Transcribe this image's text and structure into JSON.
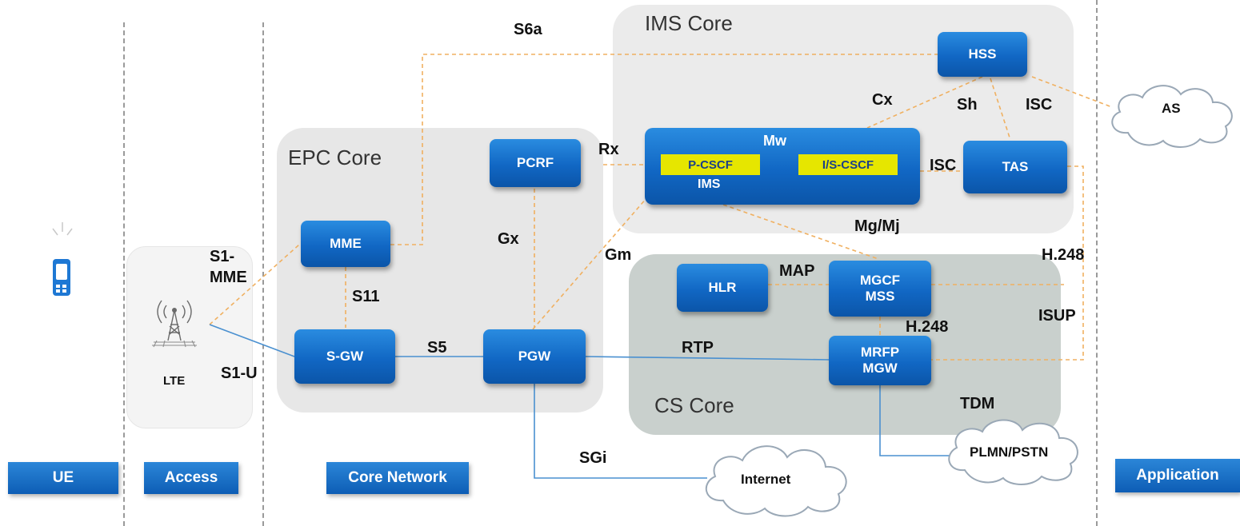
{
  "regions": {
    "ims_core": "IMS Core",
    "epc_core": "EPC Core",
    "cs_core": "CS Core"
  },
  "nodes": {
    "hss": "HSS",
    "pcrf": "PCRF",
    "mme": "MME",
    "sgw": "S-GW",
    "pgw": "PGW",
    "tas": "TAS",
    "hlr": "HLR",
    "mgcf": "MGCF",
    "mss": "MSS",
    "mrfp": "MRFP",
    "mgw": "MGW",
    "p_cscf": "P-CSCF",
    "is_cscf": "I/S-CSCF",
    "ims": "IMS",
    "lte": "LTE"
  },
  "interfaces": {
    "s6a": "S6a",
    "cx": "Cx",
    "sh": "Sh",
    "isc_top": "ISC",
    "rx": "Rx",
    "mw": "Mw",
    "isc_side": "ISC",
    "gx": "Gx",
    "mg_mj": "Mg/Mj",
    "s1": "S1-",
    "mme_suffix": "MME",
    "gm": "Gm",
    "h248_right": "H.248",
    "map": "MAP",
    "s11": "S11",
    "isup": "ISUP",
    "h248_mid": "H.248",
    "s5": "S5",
    "rtp": "RTP",
    "s1u": "S1-U",
    "tdm": "TDM",
    "sgi": "SGi"
  },
  "clouds": {
    "as": "AS",
    "internet": "Internet",
    "plmn": "PLMN/PSTN"
  },
  "legend": {
    "ue": "UE",
    "access": "Access",
    "core": "Core Network",
    "app": "Application"
  },
  "colors": {
    "node_blue": "#1167c4",
    "control_link": "#f0b060",
    "user_link": "#4a90d0",
    "highlight_yellow": "#e6e600"
  }
}
